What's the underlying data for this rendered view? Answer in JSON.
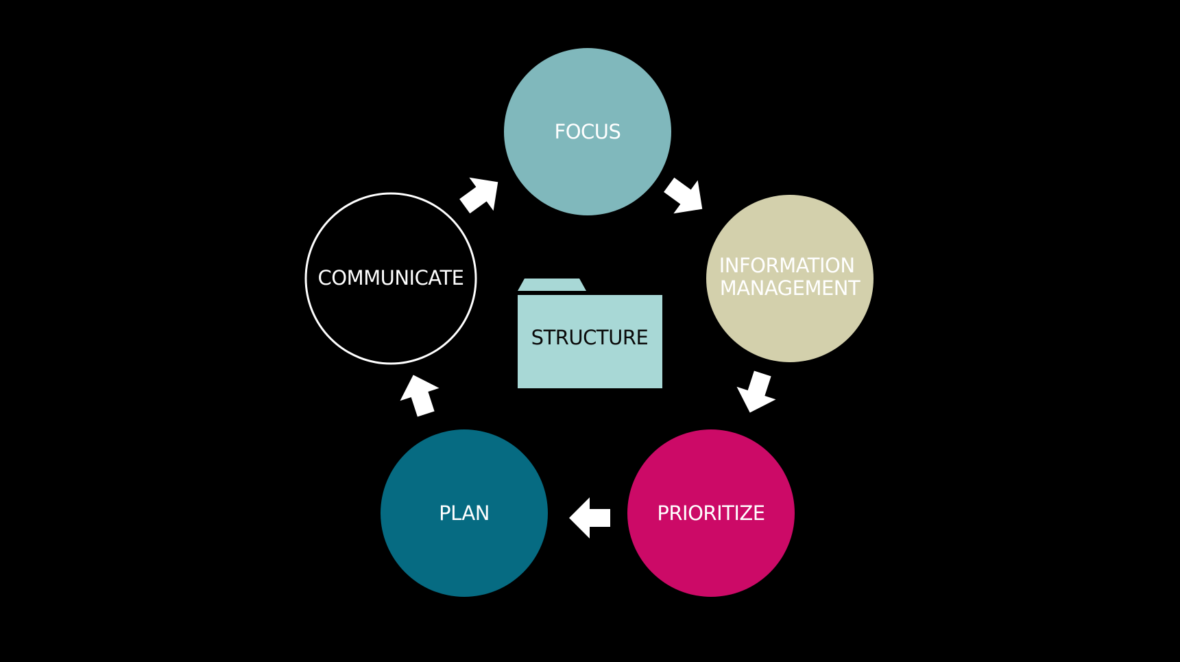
{
  "diagram": {
    "center": {
      "label": "STRUCTURE",
      "color": "#a8d8d6"
    },
    "nodes": [
      {
        "id": "focus",
        "lines": [
          "FOCUS"
        ],
        "fill": "#80b8bc",
        "stroke": "none",
        "icon": "circle-node"
      },
      {
        "id": "information-management",
        "lines": [
          "INFORMATION",
          "MANAGEMENT"
        ],
        "fill": "#d3d0ac",
        "stroke": "none",
        "icon": "circle-node"
      },
      {
        "id": "prioritize",
        "lines": [
          "PRIORITIZE"
        ],
        "fill": "#cc0a67",
        "stroke": "none",
        "icon": "circle-node"
      },
      {
        "id": "plan",
        "lines": [
          "PLAN"
        ],
        "fill": "#066b82",
        "stroke": "none",
        "icon": "circle-node"
      },
      {
        "id": "communicate",
        "lines": [
          "COMMUNICATE"
        ],
        "fill": "#000000",
        "stroke": "#ffffff",
        "icon": "circle-node"
      }
    ],
    "arrows": [
      {
        "from": "focus",
        "to": "information-management",
        "icon": "arrow-right-icon"
      },
      {
        "from": "information-management",
        "to": "prioritize",
        "icon": "arrow-down-icon"
      },
      {
        "from": "prioritize",
        "to": "plan",
        "icon": "arrow-left-icon"
      },
      {
        "from": "plan",
        "to": "communicate",
        "icon": "arrow-up-icon"
      },
      {
        "from": "communicate",
        "to": "focus",
        "icon": "arrow-up-right-icon"
      }
    ],
    "arrow_color": "#ffffff",
    "background": "#000000"
  }
}
